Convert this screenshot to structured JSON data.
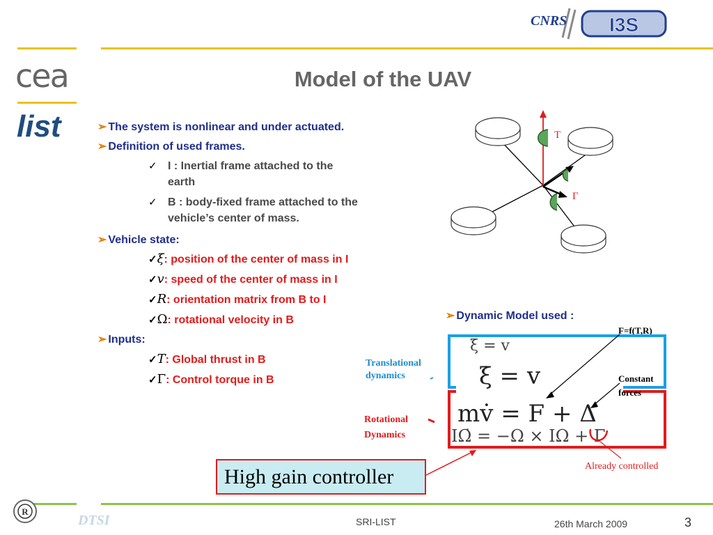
{
  "header": {
    "cnrs_logo": "CNRS",
    "i3s_logo": "I3S",
    "cea_logo": "cea",
    "list_logo": "list"
  },
  "slide": {
    "title": "Model of the UAV",
    "bullets": {
      "b1": "The system is nonlinear and under actuated.",
      "b2": "Definition of used frames.",
      "frame_i_line1": "I : Inertial frame attached to the",
      "frame_i_line2": "earth",
      "frame_b_line1": "B : body-fixed frame attached to the",
      "frame_b_line2": "vehicle’s center of mass.",
      "b3": "Vehicle state:",
      "b4": "Inputs:"
    },
    "state": [
      {
        "symbol": "ξ",
        "text": ": position of the center of mass in I"
      },
      {
        "symbol": "v",
        "text": ": speed of the center of mass in I"
      },
      {
        "symbol": "R",
        "text": ": orientation matrix from B to I"
      },
      {
        "symbol": "Ω",
        "text": ": rotational velocity in B"
      }
    ],
    "inputs": [
      {
        "symbol": "T",
        "text": ": Global thrust in B"
      },
      {
        "symbol": "Γ",
        "text": ": Control torque in B"
      }
    ],
    "dynamic_label": "Dynamic Model used :",
    "diagram_labels": {
      "thrust": "T",
      "torque": "Γ"
    },
    "model": {
      "f_label": "F=f(T,R)",
      "translational_line1": "Translational",
      "translational_line2": "dynamics",
      "rotational_line1": "Rotational",
      "rotational_line2": "Dynamics",
      "constant_line1": "Constant",
      "constant_line2": "forces",
      "already_controlled": "Already controlled",
      "eq_small": "ξ̇ = v",
      "eq_large1": "ξ̇ = v",
      "eq_large2": "mv̇ = F + Δ",
      "eq_hidden": "IΩ̇ = −Ω × IΩ + Γ",
      "high_gain": "High gain controller"
    }
  },
  "footer": {
    "seal": "R",
    "org": "DTSI",
    "center": "SRI-LIST",
    "date": "26th March 2009",
    "page": "3"
  },
  "colors": {
    "bullet_blue": "#1f2f8c",
    "state_red": "#e21b1b",
    "accent_orange": "#e07b00",
    "box_blue": "#1aa0e6",
    "box_red": "#e21b1b",
    "rule_yellow": "#e8c21a",
    "rule_green": "#8bc34a"
  }
}
